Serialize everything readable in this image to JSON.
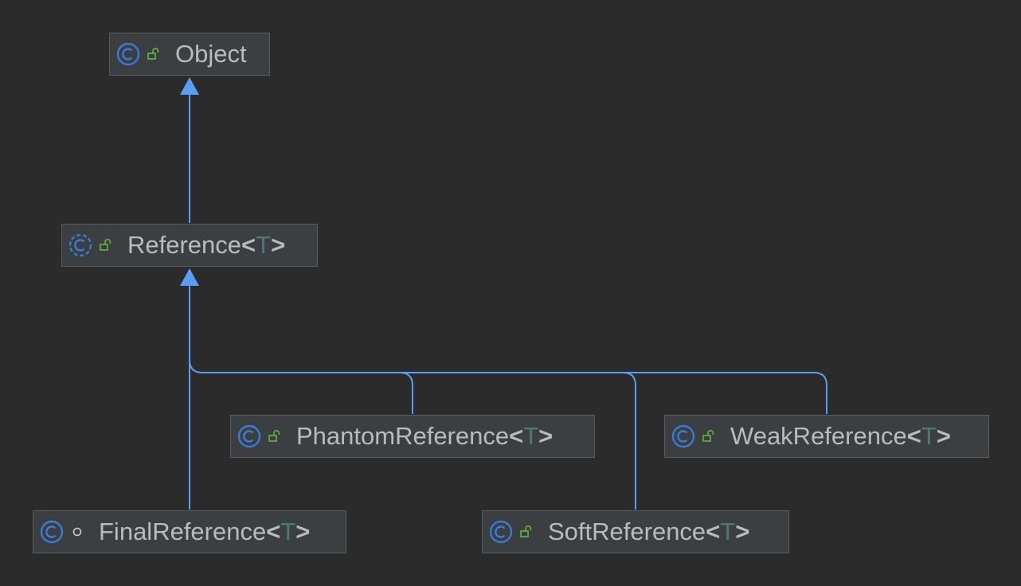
{
  "diagram": {
    "type": "class-hierarchy",
    "colors": {
      "background": "#2b2b2b",
      "node_fill": "#3c3f41",
      "node_border": "#5a5d5f",
      "text": "#bbbbbb",
      "type_param": "#507874",
      "edge": "#589df6",
      "class_icon": "#3d7ad6",
      "public_icon": "#62b543"
    },
    "nodes": {
      "object": {
        "name": "Object",
        "generic": "",
        "icon": "class-icon",
        "visibility": "public",
        "abstract": false
      },
      "reference": {
        "name": "Reference",
        "generic": "T",
        "icon": "abstract-class-icon",
        "visibility": "public",
        "abstract": true
      },
      "phantom": {
        "name": "PhantomReference",
        "generic": "T",
        "icon": "class-icon",
        "visibility": "public",
        "abstract": false
      },
      "weak": {
        "name": "WeakReference",
        "generic": "T",
        "icon": "class-icon",
        "visibility": "public",
        "abstract": false
      },
      "final": {
        "name": "FinalReference",
        "generic": "T",
        "icon": "class-icon",
        "visibility": "package-private",
        "abstract": false
      },
      "soft": {
        "name": "SoftReference",
        "generic": "T",
        "icon": "class-icon",
        "visibility": "public",
        "abstract": false
      }
    },
    "edges": [
      {
        "from": "reference",
        "to": "object",
        "kind": "extends"
      },
      {
        "from": "phantom",
        "to": "reference",
        "kind": "extends"
      },
      {
        "from": "weak",
        "to": "reference",
        "kind": "extends"
      },
      {
        "from": "final",
        "to": "reference",
        "kind": "extends"
      },
      {
        "from": "soft",
        "to": "reference",
        "kind": "extends"
      }
    ]
  }
}
